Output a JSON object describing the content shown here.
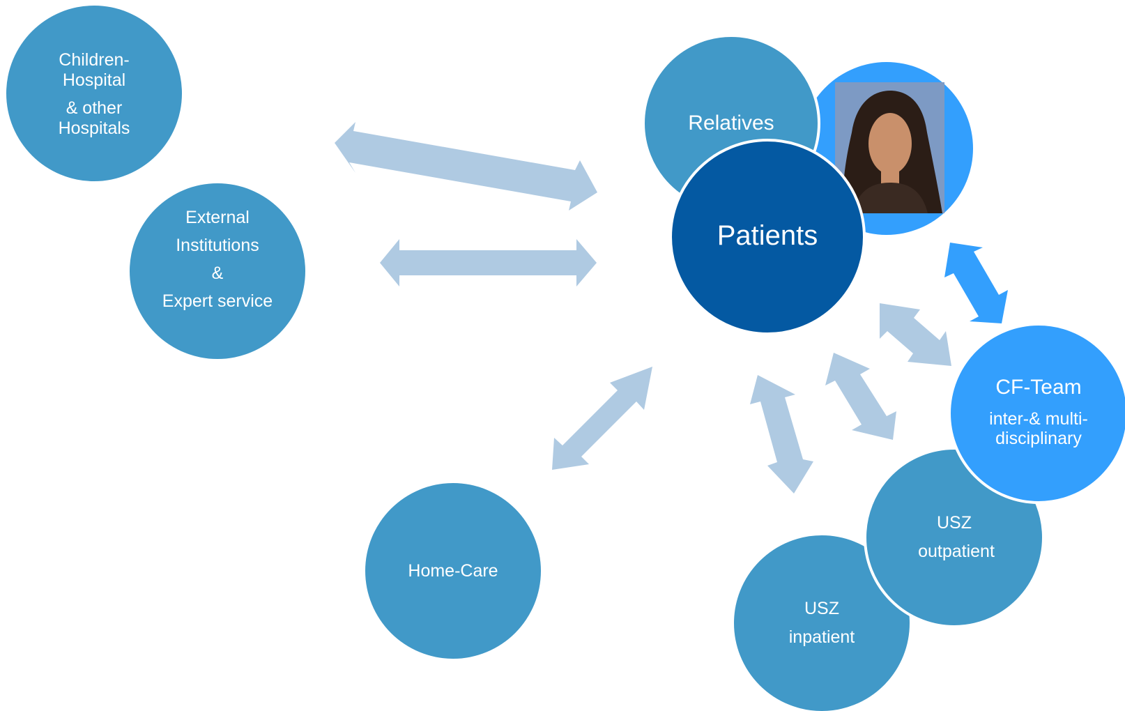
{
  "colors": {
    "background": "#ffffff",
    "node_medium": "#4199c8",
    "node_dark": "#0459a2",
    "node_bright": "#339ffd",
    "arrow_light": "#afcae2",
    "arrow_bright": "#339ffd",
    "node_border": "#ffffff"
  },
  "nodes": {
    "children_hospital": {
      "line1": "Children-",
      "line2": "Hospital",
      "line3": "& other",
      "line4": "Hospitals"
    },
    "external_institutions": {
      "line1": "External",
      "line2": "Institutions",
      "line3": "&",
      "line4": "Expert service"
    },
    "relatives": {
      "label": "Relatives"
    },
    "patients": {
      "label": "Patients"
    },
    "cf_team": {
      "title": "CF-Team",
      "line1": "inter-& multi-",
      "line2": "disciplinary"
    },
    "home_care": {
      "label": "Home-Care"
    },
    "usz_outpatient": {
      "line1": "USZ",
      "line2": "outpatient"
    },
    "usz_inpatient": {
      "line1": "USZ",
      "line2": "inpatient"
    }
  },
  "photo": {
    "icon": "person-portrait-icon",
    "colors": {
      "backdrop": "#7d9ac4",
      "hair": "#2b1d16",
      "skin": "#c9906b",
      "clothing": "#3a2a22"
    }
  }
}
